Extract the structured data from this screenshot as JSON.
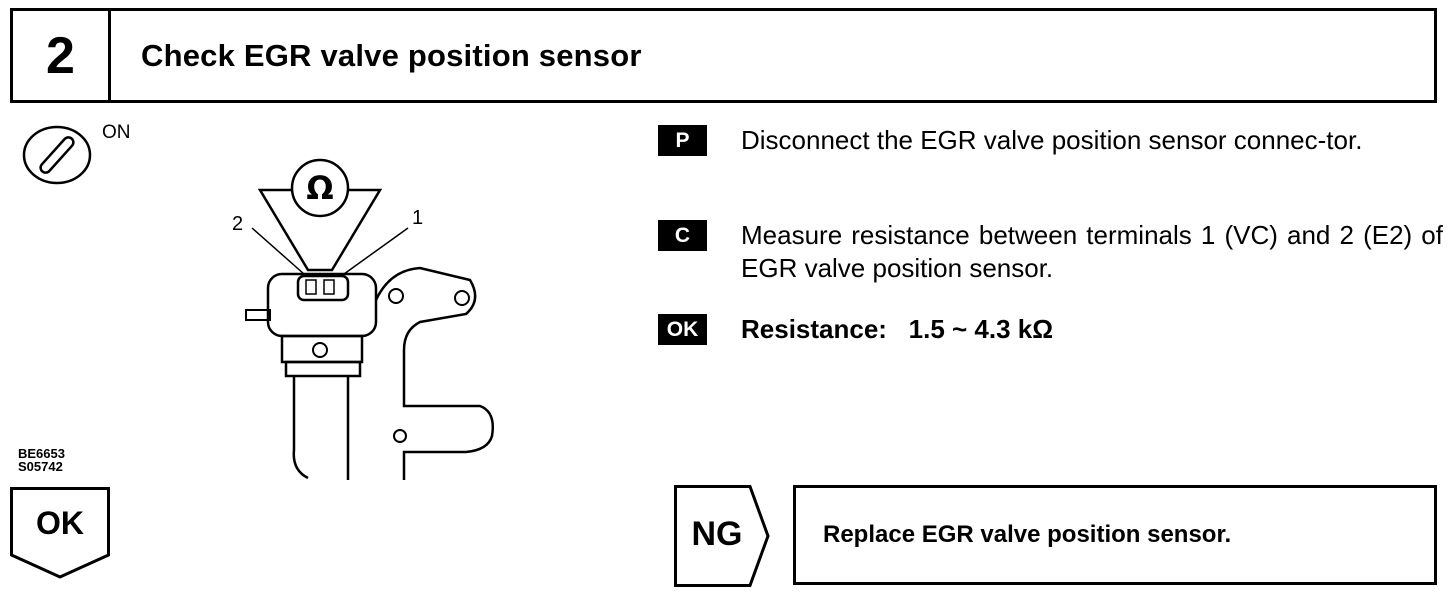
{
  "header": {
    "step_number": "2",
    "title": "Check EGR valve position sensor"
  },
  "ignition": {
    "state": "ON",
    "icon": "ignition-switch-icon"
  },
  "figure": {
    "meter_symbol": "Ω",
    "terminal_labels": [
      "2",
      "1"
    ],
    "codes": [
      "BE6653",
      "S05742"
    ]
  },
  "instructions": [
    {
      "badge": "P",
      "text": "Disconnect the EGR valve position sensor connec-tor."
    },
    {
      "badge": "C",
      "text": "Measure resistance between terminals 1 (VC) and 2 (E2) of EGR valve position sensor."
    },
    {
      "badge": "OK",
      "text": "Resistance:   1.5 ~ 4.3 kΩ"
    }
  ],
  "result_ok": {
    "label": "OK"
  },
  "result_ng": {
    "label": "NG",
    "action": "Replace EGR valve position sensor."
  },
  "colors": {
    "ink": "#000000",
    "paper": "#ffffff"
  }
}
